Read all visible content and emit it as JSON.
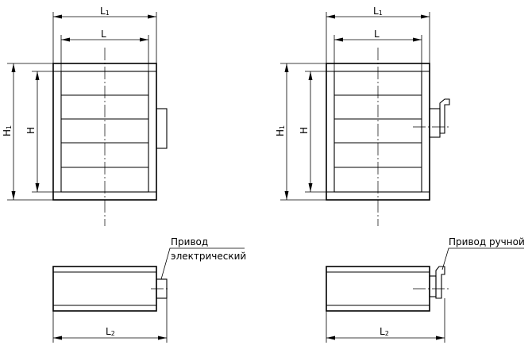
{
  "dimensions": {
    "L1": {
      "base": "L",
      "sub": "1"
    },
    "L": {
      "base": "L"
    },
    "H1": {
      "base": "H",
      "sub": "1"
    },
    "H": {
      "base": "H"
    },
    "L2": {
      "base": "L",
      "sub": "2"
    }
  },
  "labels": {
    "electric_drive_line1": "Привод",
    "electric_drive_line2": "электрический",
    "manual_drive": "Привод ручной"
  }
}
